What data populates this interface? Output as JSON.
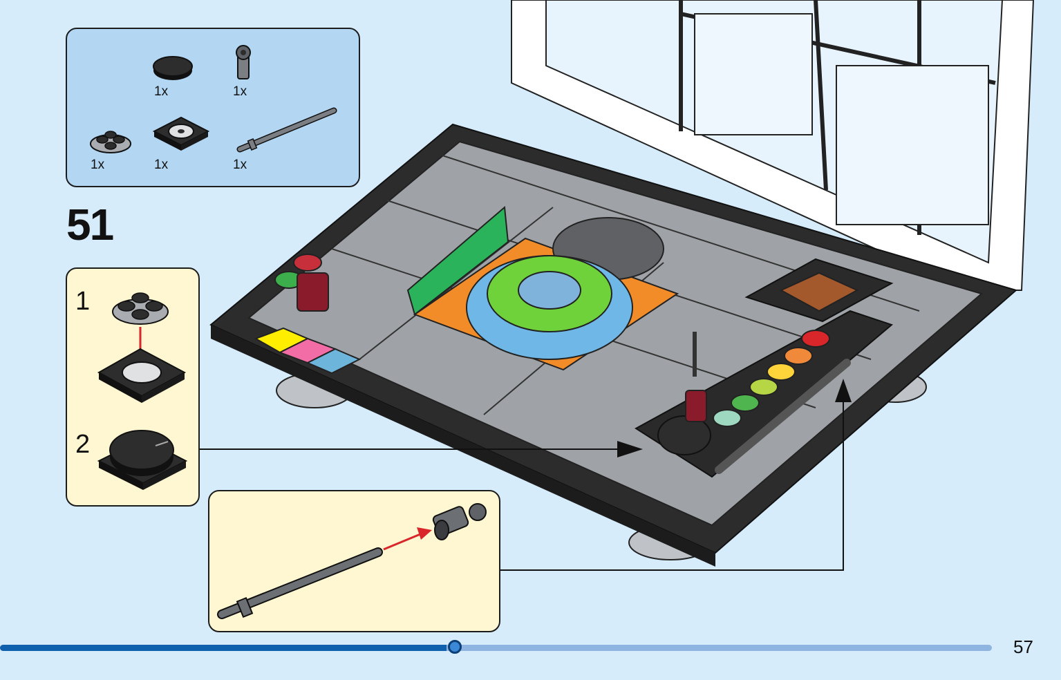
{
  "parts_list": [
    {
      "icon": "round-tile-black-icon",
      "quantity": "1x"
    },
    {
      "icon": "clip-piece-gray-icon",
      "quantity": "1x"
    },
    {
      "icon": "round-plate-studs-icon",
      "quantity": "1x"
    },
    {
      "icon": "turntable-base-icon",
      "quantity": "1x"
    },
    {
      "icon": "bar-rod-gray-icon",
      "quantity": "1x"
    }
  ],
  "step": {
    "number": "51"
  },
  "substeps": [
    {
      "number": "1"
    },
    {
      "number": "2"
    }
  ],
  "progress": {
    "fraction": 0.45
  },
  "page": {
    "number": "57"
  },
  "colors": {
    "background": "#d6ecfb",
    "parts_panel": "#b3d6f3",
    "substep_panel": "#fff6d2",
    "progress_fill": "#0f61ad",
    "progress_track": "#8fb4e0",
    "arrow_red": "#d8262a"
  }
}
